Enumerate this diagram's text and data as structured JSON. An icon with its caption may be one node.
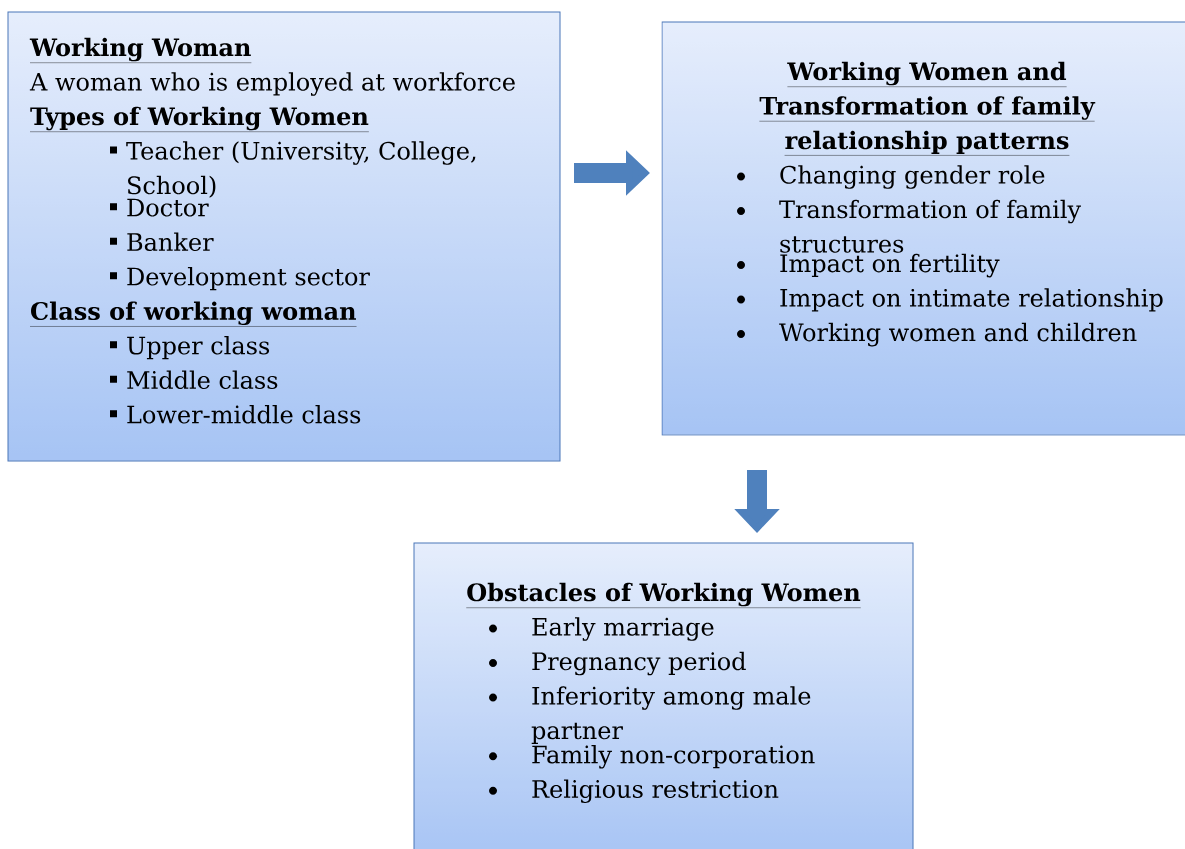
{
  "diagram": {
    "nodes": [
      {
        "text": [
          "Working Woman",
          "A woman who is employed at workforce",
          "Types of Working Women",
          "Teacher (University, College, School)",
          "Doctor",
          "Banker",
          "Development sector",
          "Class of working woman",
          "Upper class",
          "Middle class",
          "Lower-middle class"
        ]
      },
      {
        "text": [
          "Working Women and Transformation of family relationship patterns",
          "Changing gender role",
          "Transformation of family structures",
          "Impact on fertility",
          "Impact on intimate relationship",
          "Working women and children"
        ]
      },
      {
        "text": [
          "Obstacles of Working Women",
          "Early marriage",
          "Pregnancy period",
          "Inferiority among male partner",
          "Family non-corporation",
          "Religious restriction"
        ]
      }
    ],
    "edges": [
      {
        "from": 0,
        "to": 1,
        "arrow": "to"
      },
      {
        "from": 1,
        "to": 2,
        "arrow": "to"
      }
    ]
  }
}
